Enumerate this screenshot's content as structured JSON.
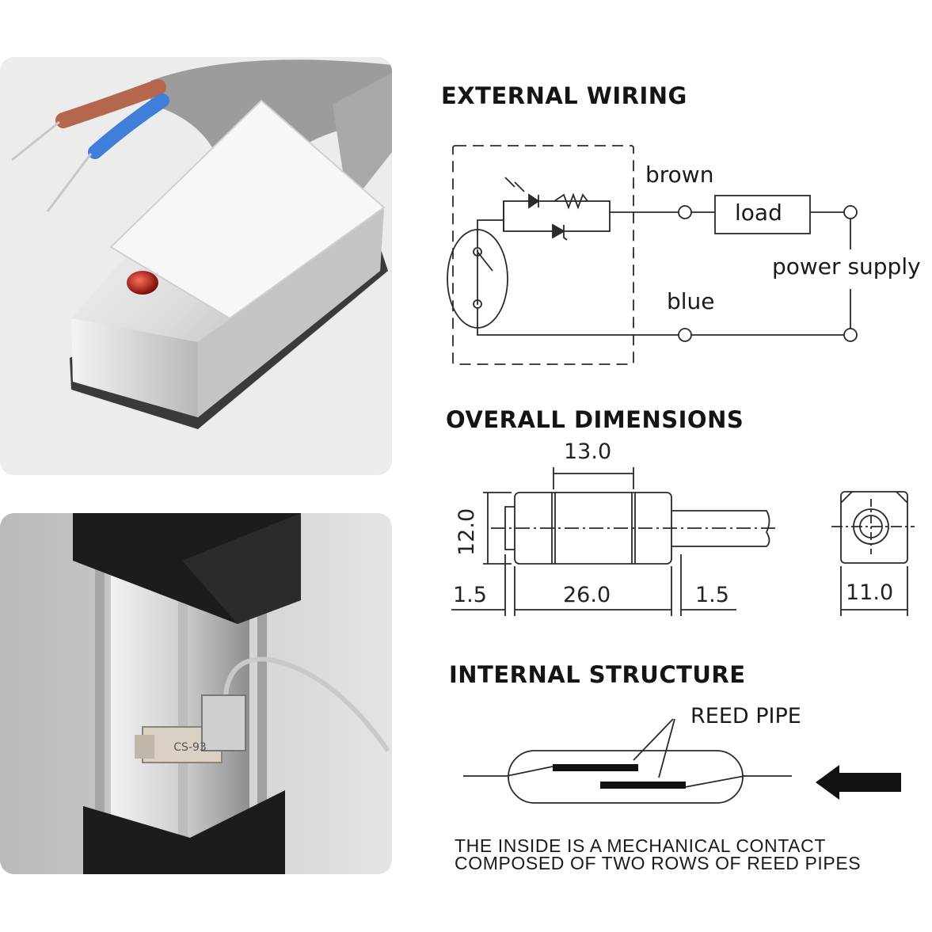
{
  "headings": {
    "wiring": "EXTERNAL WIRING",
    "dimensions": "OVERALL DIMENSIONS",
    "structure": "INTERNAL STRUCTURE"
  },
  "wiring": {
    "brown": "brown",
    "blue": "blue",
    "load": "load",
    "power": "power supply"
  },
  "dimensions": {
    "top_width": "13.0",
    "height": "12.0",
    "left_margin": "1.5",
    "body_length": "26.0",
    "right_margin": "1.5",
    "end_width": "11.0"
  },
  "structure": {
    "reed_label": "REED PIPE",
    "caption_line1": "THE INSIDE IS A MECHANICAL CONTACT",
    "caption_line2": "COMPOSED OF TWO ROWS OF REED PIPES"
  },
  "photos": {
    "top_text": "",
    "bottom_text": "CS-93"
  }
}
